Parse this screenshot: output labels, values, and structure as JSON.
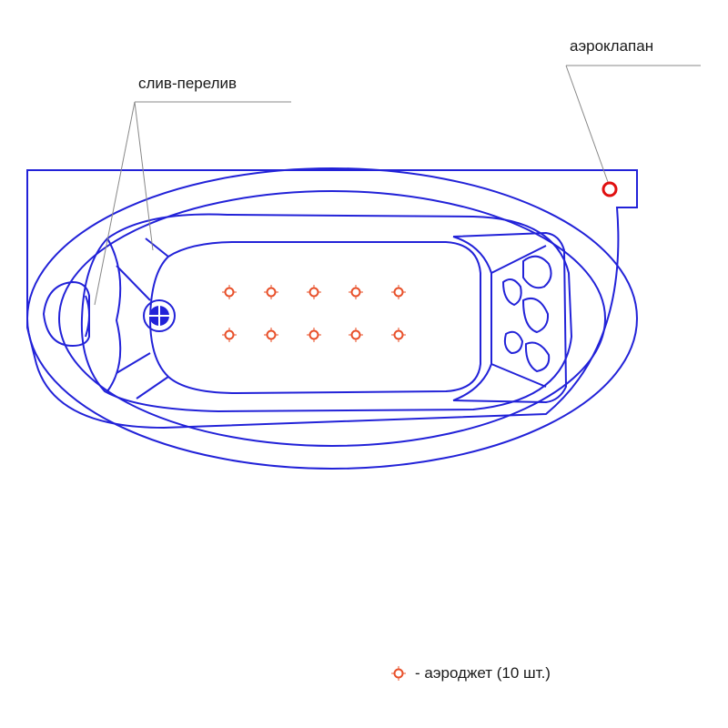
{
  "labels": {
    "overflow": "слив-перелив",
    "air_valve": "аэроклапан"
  },
  "legend": {
    "symbol_icon": "airjet-icon",
    "text": "- аэроджет (10 шт.)"
  },
  "colors": {
    "outline": "#2222d8",
    "airjet": "#e8502a",
    "air_valve": "#e01010",
    "leader": "#888888"
  }
}
